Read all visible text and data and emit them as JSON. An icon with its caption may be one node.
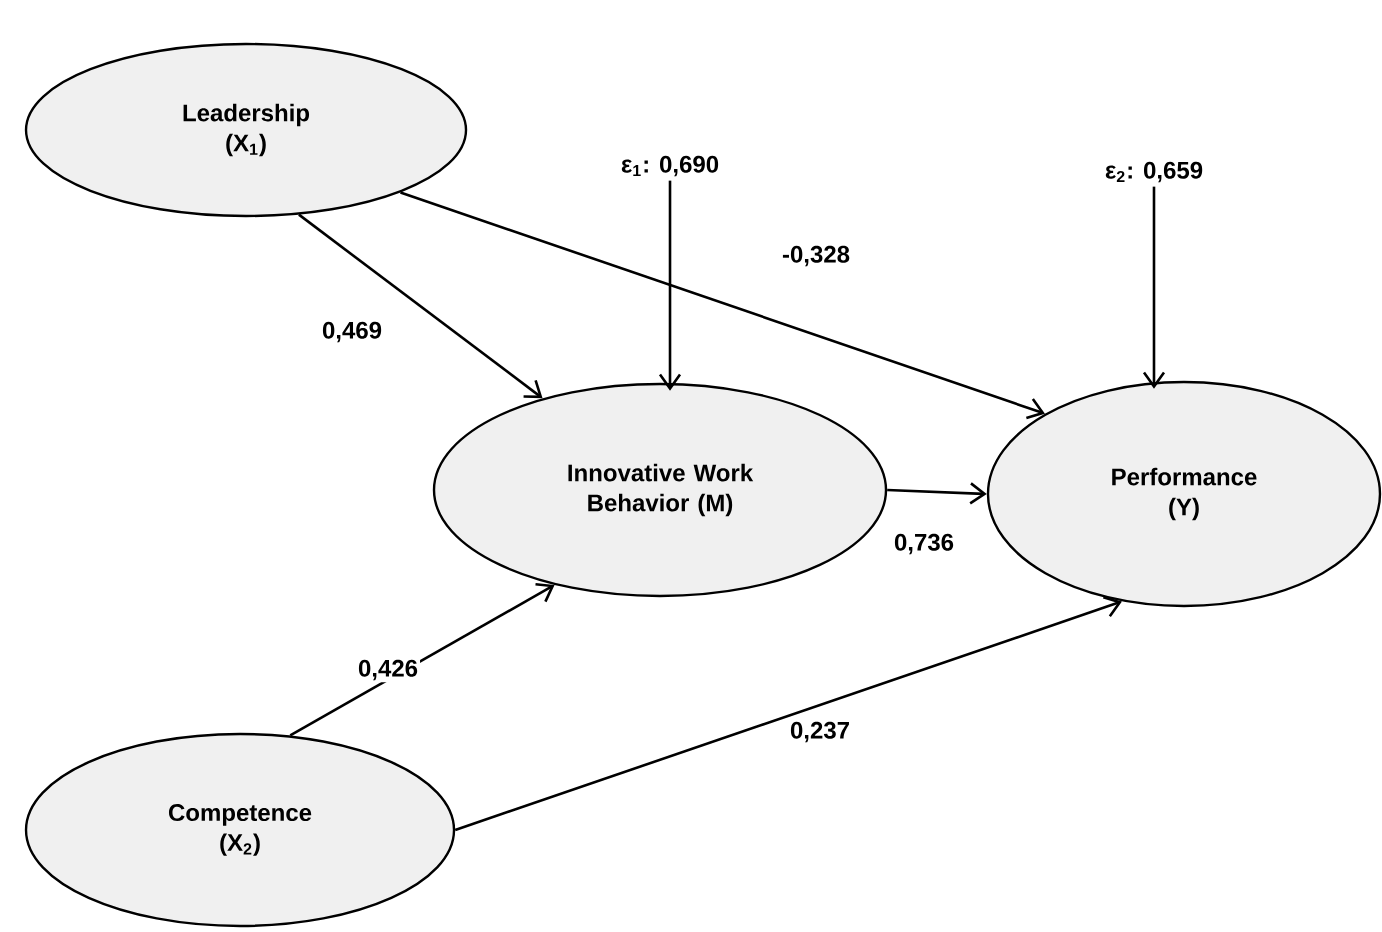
{
  "diagram": {
    "nodes": [
      {
        "text": [
          "Leadership (X$_{1}$)"
        ]
      },
      {
        "text": [
          "Innovative Work Behavior (M)"
        ]
      },
      {
        "text": [
          "Performance (Y)"
        ]
      },
      {
        "text": [
          "Competence (X$_{2}$)"
        ]
      },
      {
        "text": [
          "ε$_{1}$: 0,690"
        ]
      },
      {
        "text": [
          "ε$_{2}$: 0,659"
        ]
      }
    ],
    "edges": [
      {
        "from": 0,
        "to": 1,
        "arrow": "to",
        "label": "0,469"
      },
      {
        "from": 0,
        "to": 2,
        "arrow": "to",
        "label": "-0,328"
      },
      {
        "from": 4,
        "to": 1,
        "arrow": "to"
      },
      {
        "from": 5,
        "to": 2,
        "arrow": "to"
      },
      {
        "from": 1,
        "to": 2,
        "arrow": "to",
        "label": "0,736"
      },
      {
        "from": 3,
        "to": 1,
        "arrow": "to",
        "label": "0,426"
      },
      {
        "from": 3,
        "to": 2,
        "arrow": "to",
        "label": "0,237"
      }
    ]
  }
}
